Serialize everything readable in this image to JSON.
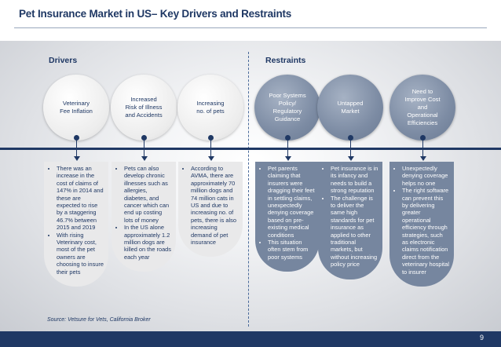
{
  "title": "Pet Insurance Market in US– Key Drivers and Restraints",
  "sections": {
    "drivers_label": "Drivers",
    "restraints_label": "Restraints"
  },
  "colors": {
    "navy": "#1f3864",
    "restraint_fill": "#76869f",
    "driver_fill": "#e9e9ea"
  },
  "columns": [
    {
      "kind": "driver",
      "circle_text": "Veterinary\nFee Inflation",
      "bullets": [
        "There was an increase in the cost of claims of 147% in 2014 and these are expected to rise by a staggering 46.7% between 2015 and 2019",
        "With rising Veterinary cost, most of the pet owners are choosing to insure their pets"
      ]
    },
    {
      "kind": "driver",
      "circle_text": "Increased\nRisk of Illness\nand Accidents",
      "bullets": [
        "Pets can also develop chronic illnesses such as allergies, diabetes, and cancer which can end up costing lots of money",
        "In the US alone approximately 1.2 million dogs are killed on the roads each year"
      ]
    },
    {
      "kind": "driver",
      "circle_text": "Increasing\nno. of pets",
      "bullets": [
        "According to AVMA, there are approximately 70 million dogs and 74 million cats in US and due to increasing no. of pets, there is also increasing demand of pet insurance"
      ]
    },
    {
      "kind": "restraint",
      "circle_text": "Poor Systems\nPolicy/\nRegulatory\nGuidance",
      "bullets": [
        "Pet parents claiming that insurers were dragging their feet in settling claims, unexpectedly denying coverage based on pre-existing medical conditions",
        "This situation often stem from poor systems"
      ]
    },
    {
      "kind": "restraint",
      "circle_text": "Untapped\nMarket",
      "bullets": [
        "Pet insurance is in its infancy and needs to build a strong reputation",
        "The challenge is to deliver the same high standards for pet insurance as applied to other traditional markets, but without increasing policy price"
      ]
    },
    {
      "kind": "restraint",
      "circle_text": "Need to\nImprove Cost\nand\nOperational\nEfficiencies",
      "bullets": [
        "Unexpectedly denying coverage helps no one",
        "The right software can prevent this by delivering greater operational efficiency through strategies, such as electronic claims notification direct from the veterinary hospital to insurer"
      ]
    }
  ],
  "source": "Source: Vetsure for Vets, California Broker",
  "page_number": "9"
}
